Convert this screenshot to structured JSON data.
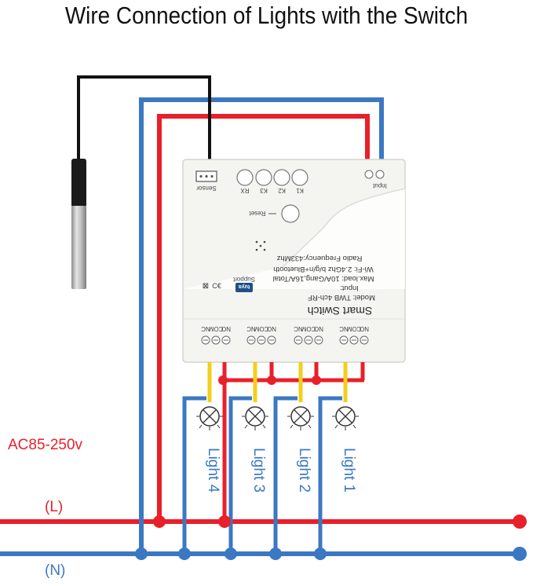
{
  "title": "Wire Connection of Lights with the Switch",
  "supply": {
    "voltage_label": "AC85-250v",
    "live_label": "(L)",
    "neutral_label": "(N)"
  },
  "device": {
    "name": "Smart Switch",
    "model": "Model: TWB 4ch-RF",
    "input": "Input:",
    "max_load": "Max.load: 10A/Gang,16A/Total",
    "wifi": "Wi-Fi: 2.4Ghz b/g/n+Bluetooth",
    "radio": "Radio Frequency:433Mhz",
    "reset_label": "Reset",
    "sensor_label": "Sensor",
    "input_label": "Input",
    "brand": "tuya",
    "support": "Support",
    "button_labels": [
      "RX",
      "K3",
      "K2",
      "K1"
    ],
    "terminal_labels": [
      "NC",
      "COM",
      "NO",
      "NC",
      "COM",
      "NO",
      "NC",
      "COM",
      "NO",
      "NC",
      "COM",
      "NO"
    ]
  },
  "lights": [
    {
      "label": "Light 4"
    },
    {
      "label": "Light 3"
    },
    {
      "label": "Light 2"
    },
    {
      "label": "Light 1"
    }
  ],
  "colors": {
    "live": "#e8202a",
    "neutral": "#3b78c3",
    "sensor_cable": "#111111",
    "switch_wire": "#f2cf1b",
    "device_body": "#f4f4f1"
  }
}
